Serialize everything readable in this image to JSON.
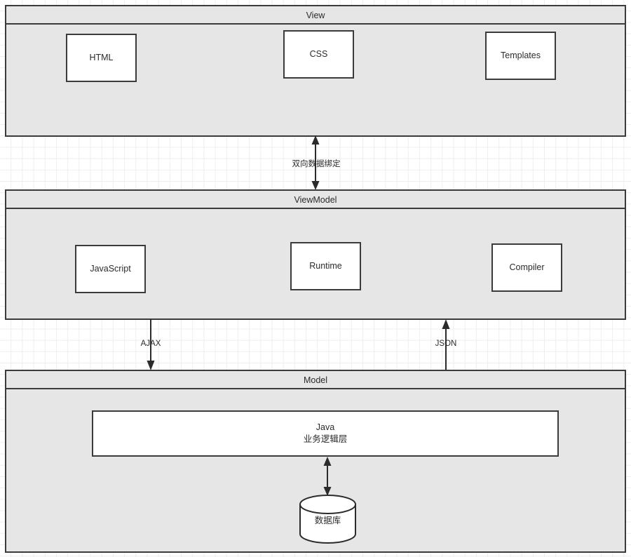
{
  "diagram": {
    "type": "layered-architecture",
    "background": "#ffffff",
    "grid_color": "#eeeeee",
    "lane_fill": "#e6e6e6",
    "node_fill": "#ffffff",
    "stroke": "#3a3b3c",
    "text_color": "#2b2b2b"
  },
  "lanes": [
    {
      "id": "view",
      "title": "View",
      "nodes": [
        {
          "id": "html",
          "label": "HTML"
        },
        {
          "id": "css",
          "label": "CSS"
        },
        {
          "id": "templates",
          "label": "Templates"
        }
      ]
    },
    {
      "id": "viewmodel",
      "title": "ViewModel",
      "nodes": [
        {
          "id": "javascript",
          "label": "JavaScript"
        },
        {
          "id": "runtime",
          "label": "Runtime"
        },
        {
          "id": "compiler",
          "label": "Compiler"
        }
      ]
    },
    {
      "id": "model",
      "title": "Model",
      "nodes": [
        {
          "id": "java",
          "label_line1": "Java",
          "label_line2": "业务逻辑层"
        },
        {
          "id": "database",
          "label": "数据库"
        }
      ]
    }
  ],
  "connectors": [
    {
      "id": "view-viewmodel",
      "label": "双向数据绑定",
      "direction": "both",
      "from": "View",
      "to": "ViewModel"
    },
    {
      "id": "viewmodel-model-ajax",
      "label": "AJAX",
      "direction": "down",
      "from": "ViewModel",
      "to": "Model"
    },
    {
      "id": "model-viewmodel-json",
      "label": "JSON",
      "direction": "up",
      "from": "Model",
      "to": "ViewModel"
    },
    {
      "id": "java-database",
      "label": "",
      "direction": "both",
      "from": "Java 业务逻辑层",
      "to": "数据库"
    }
  ]
}
